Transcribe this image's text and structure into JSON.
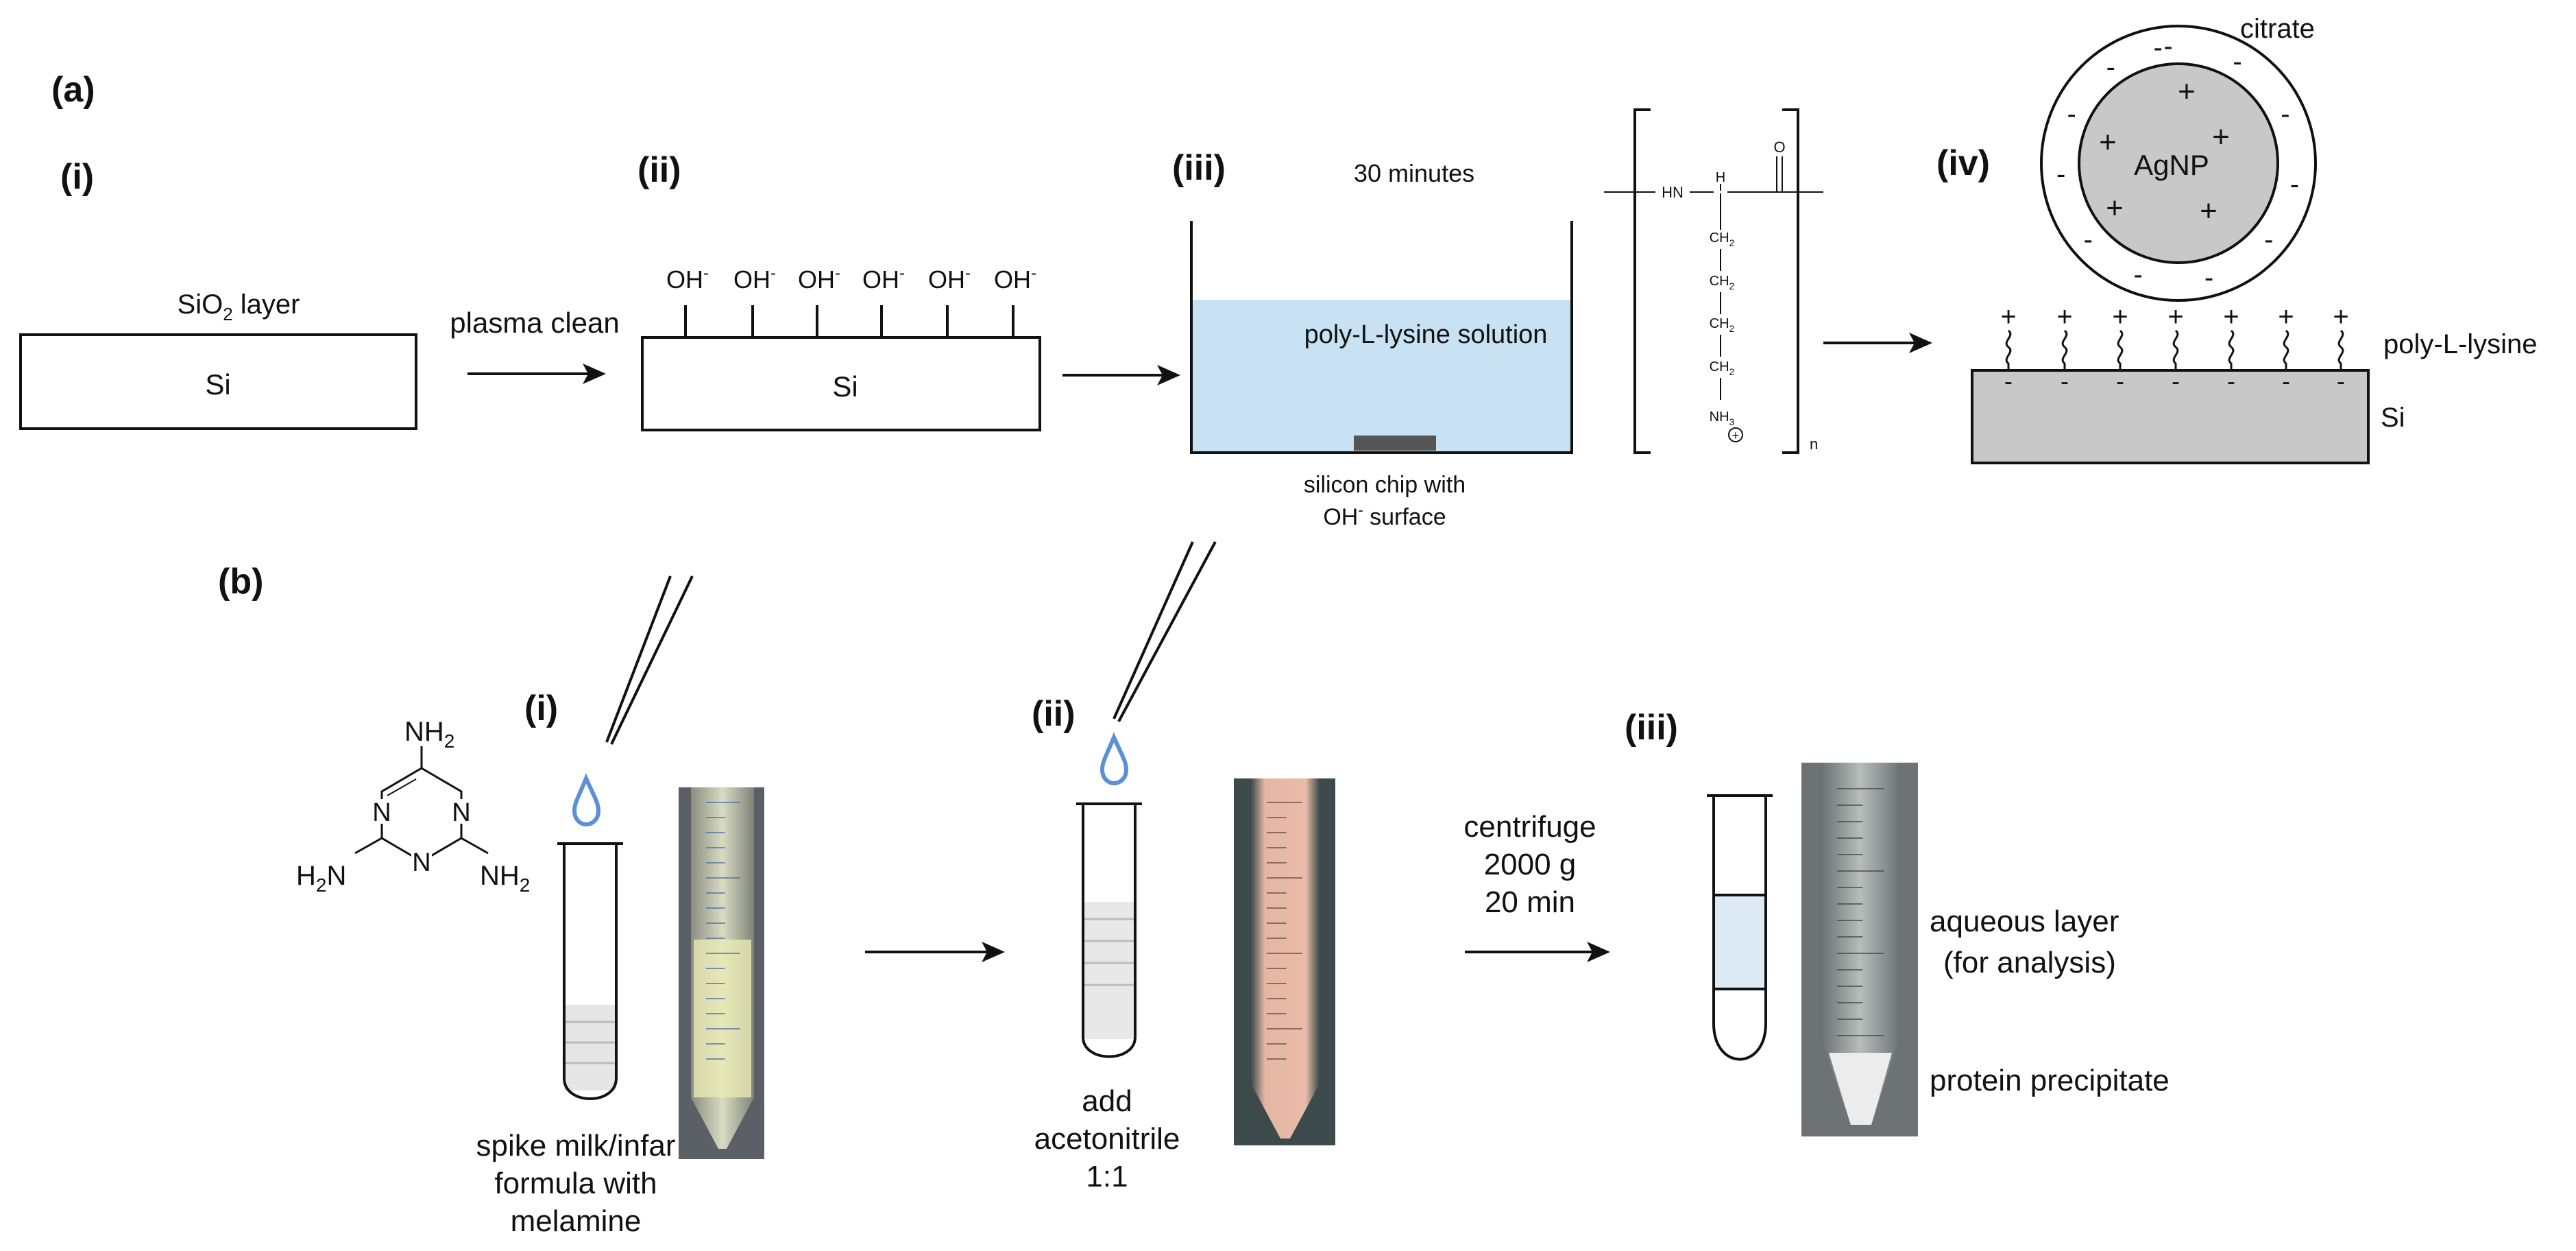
{
  "panel_a": {
    "label": "(a)",
    "step_i": {
      "label": "(i)",
      "layer_text_prefix": "SiO",
      "layer_text_sub": "2",
      "layer_text_suffix": " layer",
      "substrate": "Si"
    },
    "arrow1_text": "plasma clean",
    "step_ii": {
      "label": "(ii)",
      "hydroxyl": "OH",
      "hydroxyl_charge": "-",
      "substrate": "Si"
    },
    "step_iii": {
      "label": "(iii)",
      "time": "30 minutes",
      "solution": "poly-L-lysine solution",
      "chip_line1": "silicon chip with",
      "chip_line2_prefix": "OH",
      "chip_line2_sup": "-",
      "chip_line2_suffix": " surface"
    },
    "polymer": {
      "nh": "HN",
      "h": "H",
      "o": "O",
      "ch2": "CH",
      "ch2_sub": "2",
      "nh3": "NH",
      "nh3_sub": "3",
      "plus": "+",
      "n": "n"
    },
    "step_iv": {
      "label": "(iv)",
      "citrate": "citrate",
      "agnp": "AgNP",
      "pll": "poly-L-lysine",
      "substrate": "Si",
      "plus": "+",
      "minus": "-"
    }
  },
  "panel_b": {
    "label": "(b)",
    "melamine": {
      "nh2_top": "NH",
      "nh2_left": "H",
      "nh2_right": "NH",
      "sub2": "2",
      "n_atom": "N"
    },
    "step_i": {
      "label": "(i)",
      "caption_line1": "spike milk/infar",
      "caption_line2": "formula with",
      "caption_line3": "melamine"
    },
    "step_ii": {
      "label": "(ii)",
      "caption_line1": "add",
      "caption_line2": "acetonitrile",
      "caption_line3": "1:1"
    },
    "centrifuge": {
      "line1": "centrifuge",
      "line2": "2000 g",
      "line3": "20 min"
    },
    "step_iii": {
      "label": "(iii)",
      "aqueous_line1": "aqueous layer",
      "aqueous_line2": "(for analysis)",
      "precipitate": "protein precipitate"
    }
  },
  "colors": {
    "solution_blue": "#c8e2f3",
    "drop_blue": "#5b8fd6",
    "gray_fill": "#c8c8c8",
    "chip_dark": "#555555",
    "aqueous_fill": "#dde9f5"
  }
}
